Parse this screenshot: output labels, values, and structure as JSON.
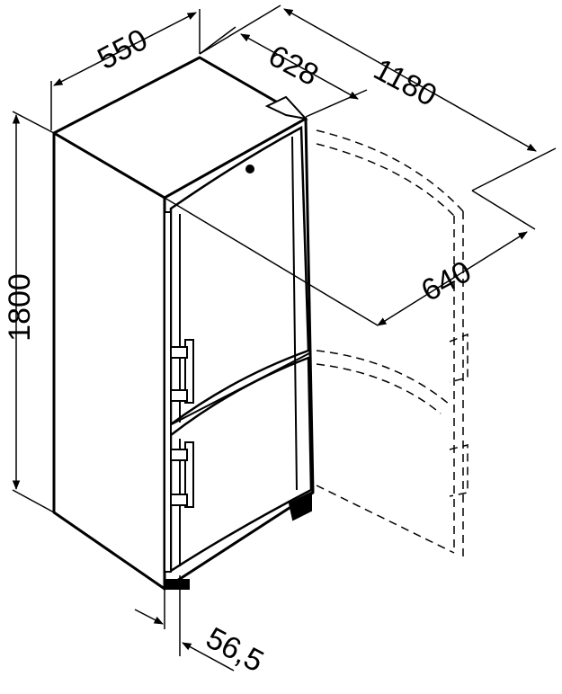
{
  "dimensions": {
    "width": "550",
    "depth": "628",
    "door_open_depth": "1180",
    "door_width": "640",
    "height": "1800",
    "handle_depth": "56,5"
  },
  "colors": {
    "line": "#000000",
    "fill": "#ffffff"
  }
}
